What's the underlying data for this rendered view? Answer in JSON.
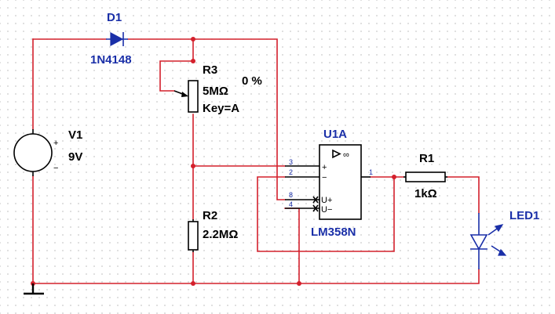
{
  "components": {
    "d1": {
      "ref": "D1",
      "value": "1N4148"
    },
    "r3": {
      "ref": "R3",
      "value": "5MΩ",
      "key": "Key=A",
      "setting": "0 %"
    },
    "v1": {
      "ref": "V1",
      "value": "9V",
      "plus": "+",
      "minus": "−"
    },
    "r2": {
      "ref": "R2",
      "value": "2.2MΩ"
    },
    "u1a": {
      "ref": "U1A",
      "model": "LM358N",
      "infinity": "∞",
      "pin3": "3",
      "pin2": "2",
      "pin8": "8",
      "pin4": "4",
      "pin1": "1",
      "sign_plus": "+",
      "sign_minus": "−",
      "supply_pos": "U+",
      "supply_neg": "U−"
    },
    "r1": {
      "ref": "R1",
      "value": "1kΩ"
    },
    "led1": {
      "ref": "LED1"
    }
  },
  "colors": {
    "wire": "#d4202c",
    "label_blue": "#1a2fa8",
    "component": "#000000"
  }
}
